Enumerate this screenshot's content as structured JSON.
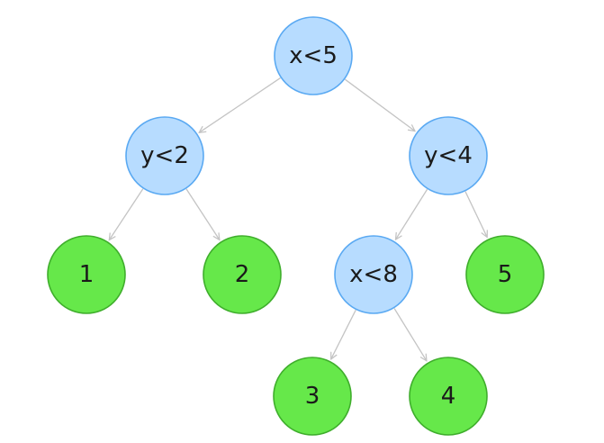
{
  "colors": {
    "decision_fill": "#b7dcff",
    "decision_stroke": "#5aa9f2",
    "leaf_fill": "#66e84a",
    "leaf_stroke": "#3fae2c",
    "edge": "#c4c4c4"
  },
  "tree": {
    "nodes": [
      {
        "id": "root",
        "label": "x<5",
        "kind": "decision"
      },
      {
        "id": "left",
        "label": "y<2",
        "kind": "decision"
      },
      {
        "id": "right",
        "label": "y<4",
        "kind": "decision"
      },
      {
        "id": "leaf1",
        "label": "1",
        "kind": "leaf"
      },
      {
        "id": "leaf2",
        "label": "2",
        "kind": "leaf"
      },
      {
        "id": "mid",
        "label": "x<8",
        "kind": "decision"
      },
      {
        "id": "leaf5",
        "label": "5",
        "kind": "leaf"
      },
      {
        "id": "leaf3",
        "label": "3",
        "kind": "leaf"
      },
      {
        "id": "leaf4",
        "label": "4",
        "kind": "leaf"
      }
    ],
    "edges": [
      {
        "from": "root",
        "to": "left"
      },
      {
        "from": "root",
        "to": "right"
      },
      {
        "from": "left",
        "to": "leaf1"
      },
      {
        "from": "left",
        "to": "leaf2"
      },
      {
        "from": "right",
        "to": "mid"
      },
      {
        "from": "right",
        "to": "leaf5"
      },
      {
        "from": "mid",
        "to": "leaf3"
      },
      {
        "from": "mid",
        "to": "leaf4"
      }
    ]
  }
}
